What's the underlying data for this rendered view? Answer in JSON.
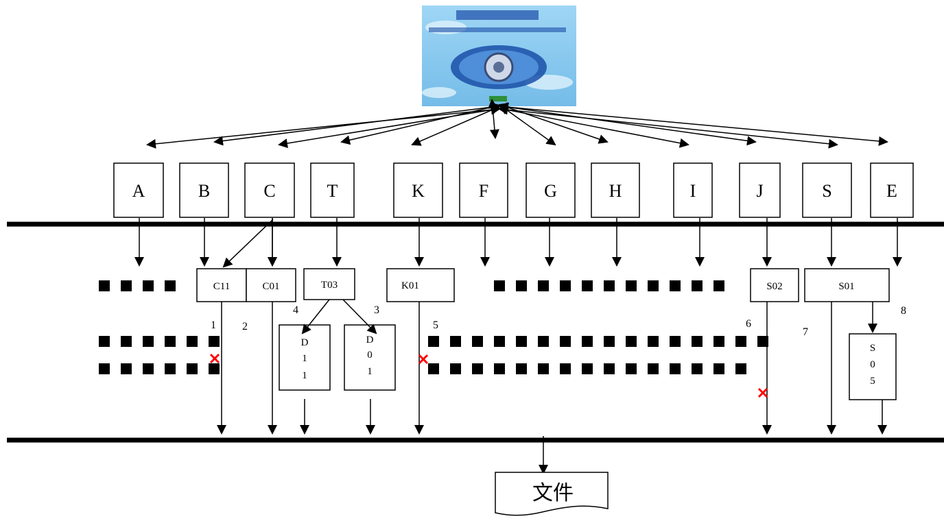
{
  "top_boxes": [
    "A",
    "B",
    "C",
    "T",
    "K",
    "F",
    "G",
    "H",
    "I",
    "J",
    "S",
    "E"
  ],
  "sub_boxes": {
    "c11": "C11",
    "c01": "C01",
    "t03": "T03",
    "k01": "K01",
    "s02": "S02",
    "s01": "S01"
  },
  "vertical_boxes": {
    "d11": [
      "D",
      "1",
      "1"
    ],
    "d01": [
      "D",
      "0",
      "1"
    ],
    "s05": [
      "S",
      "0",
      "5"
    ]
  },
  "path_numbers": [
    "1",
    "2",
    "3",
    "4",
    "5",
    "6",
    "7",
    "8"
  ],
  "document_label": "文件",
  "colors": {
    "line": "#000000",
    "blocked_mark": "#ff0000",
    "image_bg": "#8cc8ee",
    "image_accent": "#1a4fa8"
  },
  "icons": {
    "hub_image": "portal-screenshot-thumbnail",
    "blocked": "red-cross-icon"
  }
}
